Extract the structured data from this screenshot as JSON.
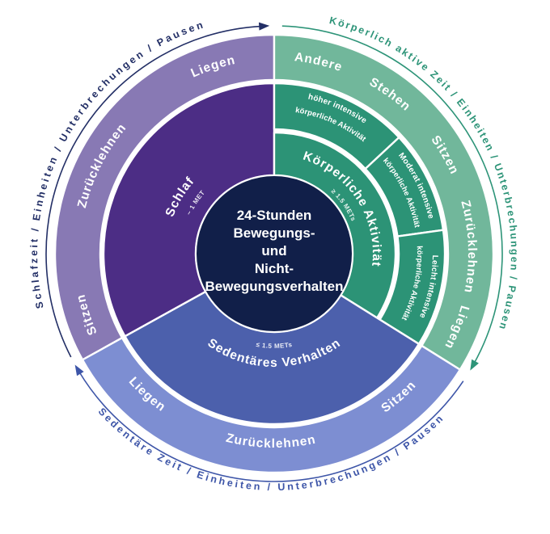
{
  "diagram": {
    "center": {
      "lines": [
        "24-Stunden",
        "Bewegungs-",
        "und",
        "Nicht-",
        "Bewegungsverhalten"
      ],
      "bg_color": "#111f49"
    },
    "sections": [
      {
        "id": "schlaf",
        "start": 241,
        "end": 360,
        "dir": "cw",
        "colors": {
          "inner": "#4c2d85",
          "outer": "#8879b4"
        },
        "inner_label": {
          "t": "Schlaf",
          "a": 301,
          "r": 133,
          "sub": {
            "t": "~ 1 MET",
            "a": 303,
            "r": 114
          }
        },
        "outer_labels": [
          {
            "t": "Sitzen",
            "a": 252
          },
          {
            "t": "Zurücklehnen",
            "a": 297
          },
          {
            "t": "Liegen",
            "a": 342
          }
        ],
        "annotation": {
          "t": "Schlafzeit / Einheiten / Unterbrechungen / Pausen",
          "a": 300,
          "color": "#232f66"
        },
        "arrow": {
          "start": 243,
          "end": 357
        }
      },
      {
        "id": "aktivitaet",
        "start": 0,
        "end": 122,
        "dir": "cw",
        "colors": {
          "inner": "#2c9376",
          "outer": "#71b79b"
        },
        "inner_label": {
          "t": "Körperliche Aktivität",
          "a": 57,
          "r": 122,
          "sub": {
            "t": "≥ 1.5 METs",
            "a": 55,
            "r": 104
          }
        },
        "middle": [
          {
            "l1": "höher intensive",
            "l2": "körperliche Aktivität",
            "start": 0,
            "end": 47
          },
          {
            "l1": "Moderat intensive",
            "l2": "körperliche Aktivität",
            "start": 47,
            "end": 82
          },
          {
            "l1": "Leicht intensive",
            "l2": "körperliche Aktivität",
            "start": 82,
            "end": 122
          }
        ],
        "outer_labels": [
          {
            "t": "Andere",
            "a": 13
          },
          {
            "t": "Stehen",
            "a": 36
          },
          {
            "t": "Sitzen",
            "a": 60
          },
          {
            "t": "Zurücklehnen",
            "a": 88
          },
          {
            "t": "Liegen",
            "a": 112
          }
        ],
        "annotation": {
          "t": "Körperlich aktive Zeit / Einheiten / Unterbrechungen / Pausen",
          "a": 61,
          "color": "#2d9478"
        },
        "arrow": {
          "start": 2,
          "end": 119
        }
      },
      {
        "id": "sedentaer",
        "start": 122,
        "end": 241,
        "dir": "ccw",
        "colors": {
          "inner": "#4c60ac",
          "outer": "#7d8ed2"
        },
        "inner_label": {
          "t": "Sedentäres Verhalten",
          "a": 180,
          "r": 140,
          "sub": {
            "t": "≤ 1.5 METs",
            "a": 180,
            "r": 117
          }
        },
        "outer_labels": [
          {
            "t": "Sitzen",
            "a": 139
          },
          {
            "t": "Zurücklehnen",
            "a": 181
          },
          {
            "t": "Liegen",
            "a": 222
          }
        ],
        "annotation": {
          "t": "Sedentäre Zeit / Einheiten / Unterbrechungen / Pausen",
          "a": 181,
          "color": "#3d55a8"
        },
        "arrow": {
          "start": 124,
          "end": 239
        }
      }
    ]
  }
}
